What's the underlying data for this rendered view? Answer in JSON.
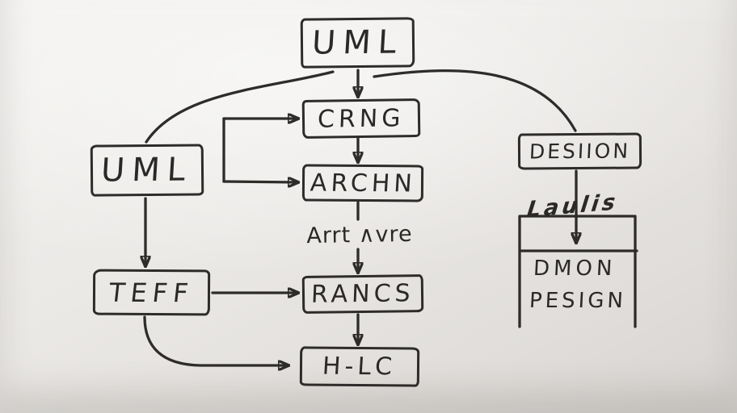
{
  "colors": {
    "ink": "#2e2c2a",
    "paper": "#e9e7e4"
  },
  "nodes": {
    "uml_top": {
      "label": "UML"
    },
    "crng": {
      "label": "CRNG"
    },
    "archn": {
      "label": "ARCHN"
    },
    "rancs": {
      "label": "RANCS"
    },
    "hlc": {
      "label": "H-LC"
    },
    "uml_left": {
      "label": "UML"
    },
    "teff": {
      "label": "TEFF"
    },
    "desiion": {
      "label": "DESIION"
    },
    "compartment_box": {
      "line1": "DMON",
      "line2": "PESIGN"
    }
  },
  "annotations": {
    "edge_label": "Arrt ∧vre",
    "cursive_note": "Laulis"
  }
}
